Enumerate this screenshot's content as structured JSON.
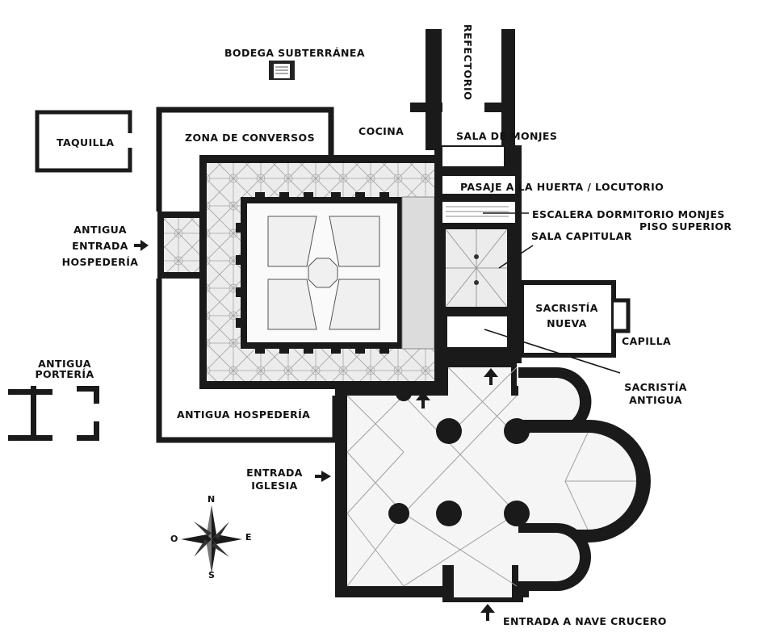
{
  "labels": {
    "bodega": "BODEGA SUBTERRÁNEA",
    "refectorio": "REFECTORIO",
    "taquilla": "TAQUILLA",
    "zona_conversos": "ZONA DE CONVERSOS",
    "cocina": "COCINA",
    "sala_monjes": "SALA DE MONJES",
    "pasaje": "PASAJE A LA HUERTA / LOCUTORIO",
    "escalera": "ESCALERA DORMITORIO MONJES",
    "piso_superior": "PISO SUPERIOR",
    "sala_capitular": "SALA CAPITULAR",
    "entrada_hospederia_1": "ANTIGUA",
    "entrada_hospederia_2": "ENTRADA",
    "entrada_hospederia_3": "HOSPEDERÍA",
    "sacristia_nueva_1": "SACRISTÍA",
    "sacristia_nueva_2": "NUEVA",
    "capilla": "CAPILLA",
    "sacristia_antigua_1": "SACRISTÍA",
    "sacristia_antigua_2": "ANTIGUA",
    "porteria_1": "ANTIGUA",
    "porteria_2": "PORTERÍA",
    "hospederia": "ANTIGUA HOSPEDERÍA",
    "entrada_iglesia_1": "ENTRADA",
    "entrada_iglesia_2": "IGLESIA",
    "entrada_crucero": "ENTRADA A NAVE CRUCERO"
  },
  "compass": {
    "n": "N",
    "s": "S",
    "e": "E",
    "o": "O"
  },
  "colors": {
    "wall": "#1a1a1a",
    "floor": "#e6e6e6",
    "vault_line": "#9a9a9a",
    "background": "#ffffff"
  }
}
